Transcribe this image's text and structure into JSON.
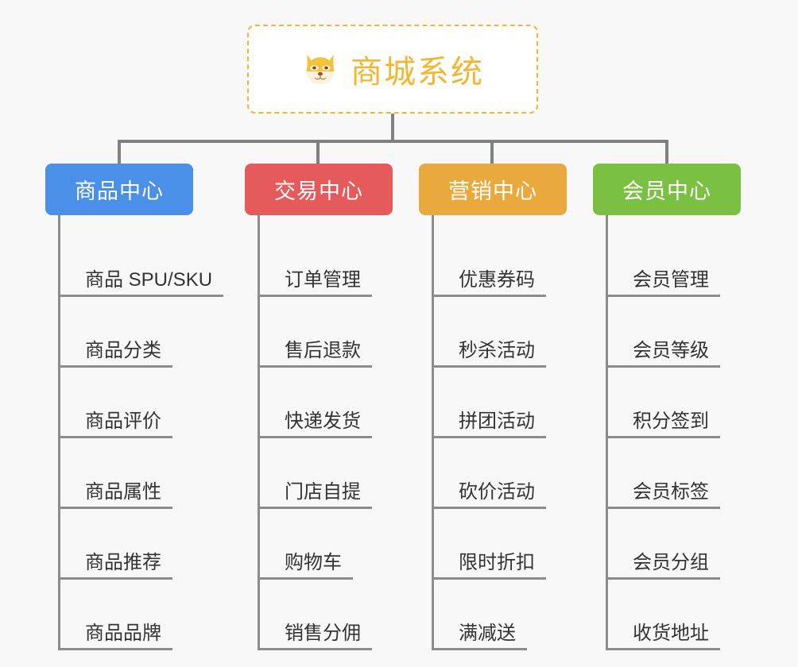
{
  "root": {
    "title": "商城系统",
    "icon": "shiba-dog-face-emoji",
    "border_color": "#f2b632",
    "text_color": "#f2b632"
  },
  "theme": {
    "background": "#f8f8f8",
    "connector_color": "#808080",
    "leaf_line_color": "#8c8c8c",
    "leaf_text_color": "#333333"
  },
  "categories": [
    {
      "label": "商品中心",
      "color": "#4a90e8",
      "items": [
        "商品 SPU/SKU",
        "商品分类",
        "商品评价",
        "商品属性",
        "商品推荐",
        "商品品牌"
      ]
    },
    {
      "label": "交易中心",
      "color": "#e55a5a",
      "items": [
        "订单管理",
        "售后退款",
        "快递发货",
        "门店自提",
        "购物车",
        "销售分佣"
      ]
    },
    {
      "label": "营销中心",
      "color": "#eaa93c",
      "items": [
        "优惠券码",
        "秒杀活动",
        "拼团活动",
        "砍价活动",
        "限时折扣",
        "满减送"
      ]
    },
    {
      "label": "会员中心",
      "color": "#78c council",
      "items": [
        "会员管理",
        "会员等级",
        "积分签到",
        "会员标签",
        "会员分组",
        "收货地址"
      ]
    }
  ]
}
